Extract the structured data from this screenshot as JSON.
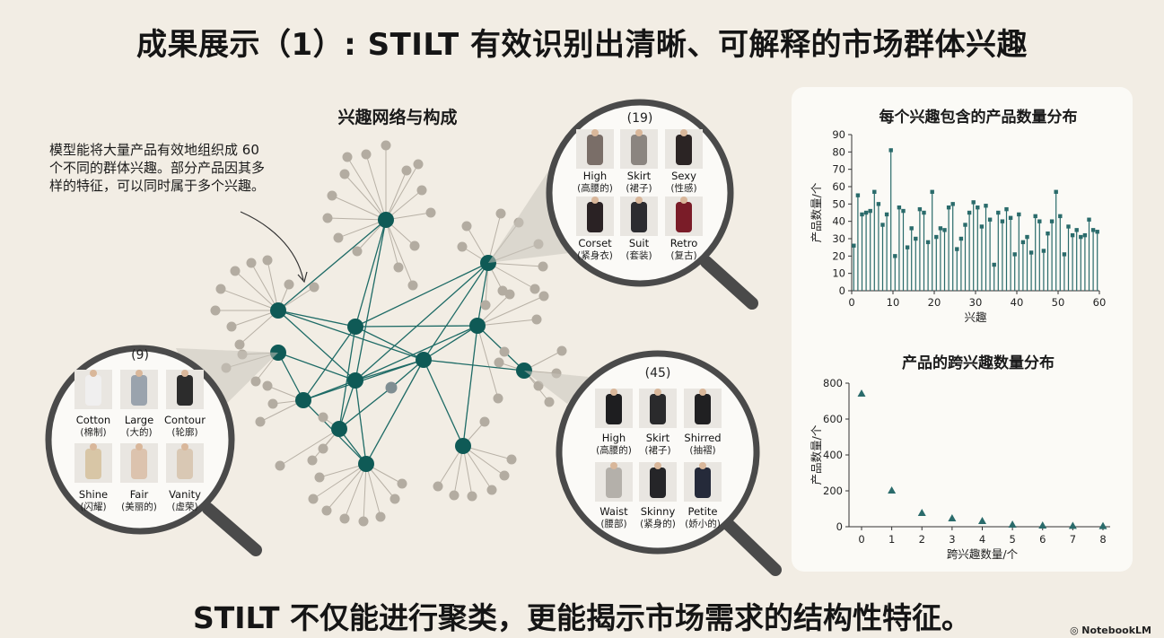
{
  "title": "成果展示（1）: STILT 有效识别出清晰、可解释的市场群体兴趣",
  "network": {
    "title": "兴趣网络与构成",
    "description": "模型能将大量产品有效地组织成 60 个不同的群体兴趣。部分产品因其多样的特征，可以同时属于多个兴趣。"
  },
  "magnifiers": [
    {
      "count": "(19)",
      "items": [
        {
          "label": "High",
          "sublabel": "(高腰的)"
        },
        {
          "label": "Skirt",
          "sublabel": "(裙子)"
        },
        {
          "label": "Sexy",
          "sublabel": "(性感)"
        },
        {
          "label": "Corset",
          "sublabel": "(紧身衣)"
        },
        {
          "label": "Suit",
          "sublabel": "(套装)"
        },
        {
          "label": "Retro",
          "sublabel": "(复古)"
        }
      ]
    },
    {
      "count": "(9)",
      "items": [
        {
          "label": "Cotton",
          "sublabel": "(棉制)"
        },
        {
          "label": "Large",
          "sublabel": "(大的)"
        },
        {
          "label": "Contour",
          "sublabel": "(轮廓)"
        },
        {
          "label": "Shine",
          "sublabel": "(闪耀)"
        },
        {
          "label": "Fair",
          "sublabel": "(美丽的)"
        },
        {
          "label": "Vanity",
          "sublabel": "(虚荣)"
        }
      ]
    },
    {
      "count": "(45)",
      "items": [
        {
          "label": "High",
          "sublabel": "(高腰的)"
        },
        {
          "label": "Skirt",
          "sublabel": "(裙子)"
        },
        {
          "label": "Shirred",
          "sublabel": "(抽褶)"
        },
        {
          "label": "Waist",
          "sublabel": "(腰部)"
        },
        {
          "label": "Skinny",
          "sublabel": "(紧身的)"
        },
        {
          "label": "Petite",
          "sublabel": "(娇小的)"
        }
      ]
    }
  ],
  "chart_data": [
    {
      "type": "bar",
      "title": "每个兴趣包含的产品数量分布",
      "xlabel": "兴趣",
      "ylabel": "产品数量/个",
      "xlim": [
        0,
        60
      ],
      "ylim": [
        0,
        90
      ],
      "xticks": [
        0,
        10,
        20,
        30,
        40,
        50,
        60
      ],
      "yticks": [
        0,
        10,
        20,
        30,
        40,
        50,
        60,
        70,
        80,
        90
      ],
      "x": [
        1,
        2,
        3,
        4,
        5,
        6,
        7,
        8,
        9,
        10,
        11,
        12,
        13,
        14,
        15,
        16,
        17,
        18,
        19,
        20,
        21,
        22,
        23,
        24,
        25,
        26,
        27,
        28,
        29,
        30,
        31,
        32,
        33,
        34,
        35,
        36,
        37,
        38,
        39,
        40,
        41,
        42,
        43,
        44,
        45,
        46,
        47,
        48,
        49,
        50,
        51,
        52,
        53,
        54,
        55,
        56,
        57,
        58,
        59,
        60
      ],
      "values": [
        26,
        55,
        44,
        45,
        46,
        57,
        50,
        38,
        44,
        81,
        20,
        48,
        46,
        25,
        36,
        30,
        47,
        45,
        28,
        57,
        31,
        36,
        35,
        48,
        50,
        24,
        30,
        38,
        45,
        51,
        48,
        37,
        49,
        41,
        15,
        45,
        40,
        47,
        42,
        21,
        44,
        28,
        31,
        22,
        43,
        40,
        23,
        33,
        40,
        57,
        43,
        21,
        37,
        32,
        35,
        31,
        32,
        41,
        35,
        34
      ]
    },
    {
      "type": "scatter",
      "title": "产品的跨兴趣数量分布",
      "xlabel": "跨兴趣数量/个",
      "ylabel": "产品数量/个",
      "xlim": [
        0,
        8
      ],
      "ylim": [
        0,
        800
      ],
      "xticks": [
        0,
        1,
        2,
        3,
        4,
        5,
        6,
        7,
        8
      ],
      "yticks": [
        0,
        200,
        400,
        600,
        800
      ],
      "x": [
        0,
        1,
        2,
        3,
        4,
        5,
        6,
        7,
        8
      ],
      "values": [
        740,
        200,
        75,
        45,
        30,
        10,
        5,
        3,
        2
      ]
    }
  ],
  "conclusion": "STILT 不仅能进行聚类，更能揭示市场需求的结构性特征。",
  "logo": "NotebookLM",
  "colors": {
    "background": "#f2ede4",
    "hub": "#0f5a56",
    "leaf": "#b3aca1",
    "edge": "#1e6b66",
    "accent": "#2a6b6b"
  }
}
